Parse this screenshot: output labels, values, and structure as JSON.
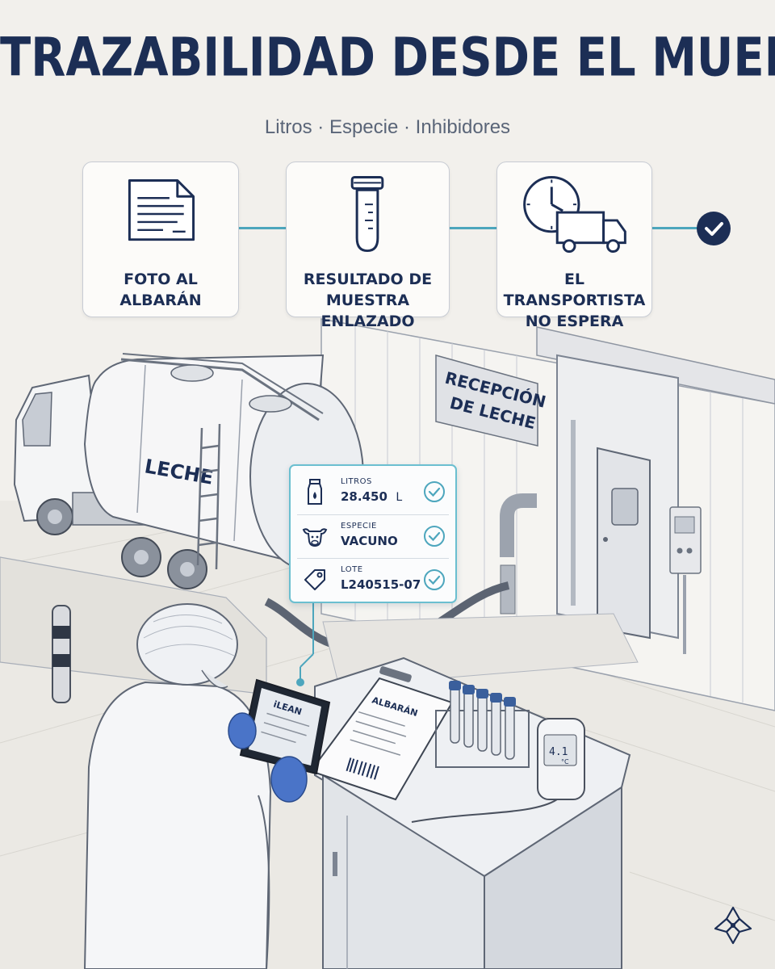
{
  "header": {
    "title": "TRAZABILIDAD DESDE EL MUELLE",
    "subtitle": "Litros · Especie · Inhibidores"
  },
  "steps": [
    {
      "icon": "document-icon",
      "label_line1": "FOTO AL",
      "label_line2": "ALBARÁN"
    },
    {
      "icon": "test-tube-icon",
      "label_line1": "RESULTADO DE",
      "label_line2": "MUESTRA ENLAZADO"
    },
    {
      "icon": "clock-truck-icon",
      "label_line1": "EL TRANSPORTISTA",
      "label_line2": "NO ESPERA"
    }
  ],
  "final_status_icon": "check-circle-icon",
  "scene": {
    "tank_label": "LECHE",
    "sign_line1": "RECEPCIÓN",
    "sign_line2": "DE LECHE",
    "tablet_brand": "iLEAN",
    "clipboard_title": "ALBARÁN",
    "thermometer_reading": "4.1",
    "thermometer_unit": "°C"
  },
  "callout": {
    "rows": [
      {
        "icon": "milk-bottle-icon",
        "label": "LITROS",
        "value": "28.450",
        "unit": "L",
        "status_icon": "check-icon"
      },
      {
        "icon": "cow-icon",
        "label": "ESPECIE",
        "value": "VACUNO",
        "unit": "",
        "status_icon": "check-icon"
      },
      {
        "icon": "tag-icon",
        "label": "LOTE",
        "value": "L240515-07",
        "unit": "",
        "status_icon": "check-icon"
      }
    ]
  },
  "colors": {
    "navy": "#1c2e55",
    "accent_teal": "#4da6bd",
    "background": "#f2f0ec",
    "subtitle_gray": "#5a6578"
  },
  "brand_icon": "flower-logo-icon"
}
